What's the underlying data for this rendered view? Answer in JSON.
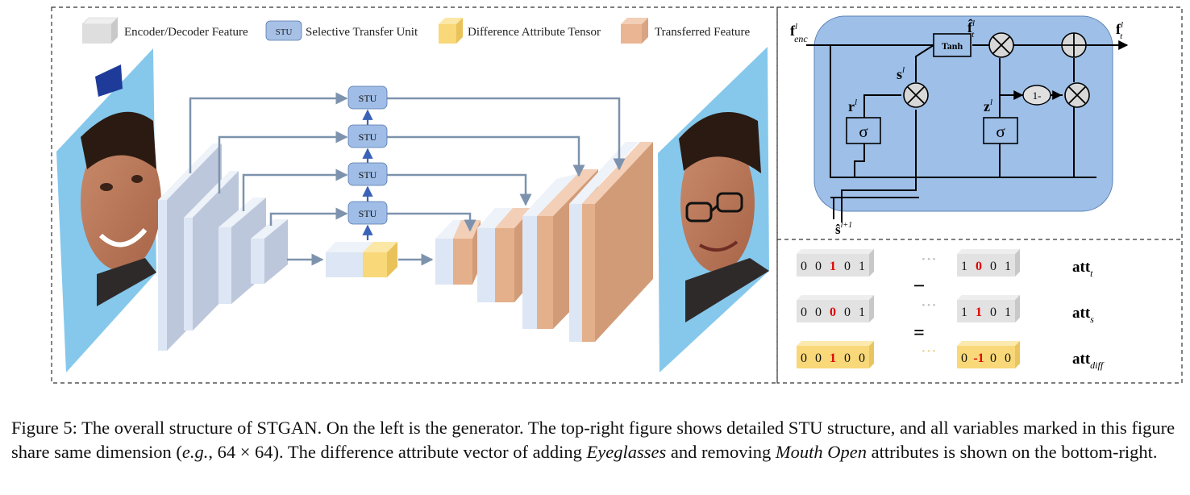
{
  "legend": {
    "encoder_decoder": "Encoder/Decoder Feature",
    "stu_box": "STU",
    "stu_label": "Selective Transfer Unit",
    "diff_tensor": "Difference Attribute Tensor",
    "transferred": "Transferred Feature"
  },
  "generator": {
    "stu_label": "STU",
    "stu_count": 4
  },
  "stu_detail": {
    "f_enc": "f",
    "f_enc_sup": "l",
    "f_enc_sub": "enc",
    "tanh": "Tanh",
    "f_hat": "f̂",
    "f_hat_sup": "l",
    "f_hat_sub": "t",
    "f_out": "f",
    "f_out_sup": "l",
    "f_out_sub": "t",
    "s": "s",
    "s_sup": "l",
    "r": "r",
    "r_sup": "l",
    "z": "z",
    "z_sup": "l",
    "sigma": "σ",
    "one_minus": "1-",
    "s_hat": "ŝ",
    "s_hat_sup": "l+1"
  },
  "attributes": {
    "ellipsis": "• • •",
    "minus": "−",
    "equals": "=",
    "rows": [
      {
        "name": "att",
        "sub": "t",
        "left": [
          "0",
          "0",
          "1",
          "0",
          "1"
        ],
        "right": [
          "1",
          "0",
          "0",
          "1"
        ],
        "left_red": 2,
        "right_red": 1,
        "style": "gray"
      },
      {
        "name": "att",
        "sub": "s",
        "left": [
          "0",
          "0",
          "0",
          "0",
          "1"
        ],
        "right": [
          "1",
          "1",
          "0",
          "1"
        ],
        "left_red": 2,
        "right_red": 1,
        "style": "gray"
      },
      {
        "name": "att",
        "sub": "diff",
        "left": [
          "0",
          "0",
          "1",
          "0",
          "0"
        ],
        "right": [
          "0",
          "-1",
          "0",
          "0"
        ],
        "left_red": 2,
        "right_red": 1,
        "style": "yellow"
      }
    ]
  },
  "caption": {
    "p1": "Figure 5: The overall structure of STGAN. On the left is the generator. The top-right figure shows detailed STU structure, and all variables marked in this figure share same dimension (",
    "eg": "e.g.",
    "p2": ", 64 × 64). The difference attribute vector of adding ",
    "eyeglasses": "Eyeglasses",
    "p3": " and removing ",
    "mouth_open": "Mouth Open",
    "p4": " attributes is shown on the bottom-right."
  },
  "colors": {
    "gray_face": "#e2e2e2",
    "blue_face": "#dde6f4",
    "blue_side": "#bcc7db",
    "orange_face": "#e4b08b",
    "orange_side": "#d6a17c",
    "yellow_face": "#f8d878",
    "stu_fill": "#9fbde6",
    "stu_bg": "#9dbfe8",
    "arrow": "#7d93ad",
    "red": "#e00000"
  }
}
